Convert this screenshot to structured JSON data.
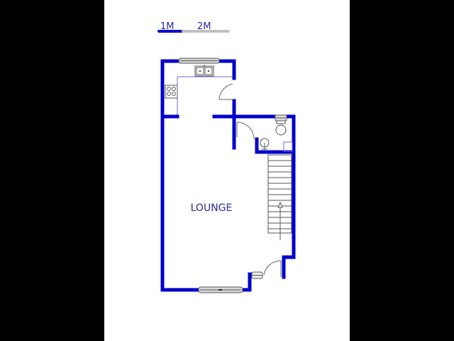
{
  "scale_bar": {
    "label_1": "1M",
    "label_2": "2M",
    "filled_color": "#0000cc",
    "empty_color": "#c0c0c0"
  },
  "rooms": [
    {
      "name": "LOUNGE"
    }
  ],
  "colors": {
    "wall": "#0000cc",
    "background": "#ffffff",
    "margin": "#000000",
    "fixture_line": "#555555",
    "counter_line": "#6a6acc",
    "label": "#2a2a9a"
  },
  "fixtures": [
    {
      "type": "kitchen-sink"
    },
    {
      "type": "stove"
    },
    {
      "type": "toilet"
    },
    {
      "type": "wash-basin"
    },
    {
      "type": "staircase",
      "direction": "up"
    },
    {
      "type": "window",
      "location": "top"
    },
    {
      "type": "window",
      "location": "bottom"
    },
    {
      "type": "window",
      "location": "entrance"
    },
    {
      "type": "door",
      "location": "kitchen"
    },
    {
      "type": "door",
      "location": "bathroom"
    },
    {
      "type": "door",
      "location": "entrance"
    }
  ]
}
